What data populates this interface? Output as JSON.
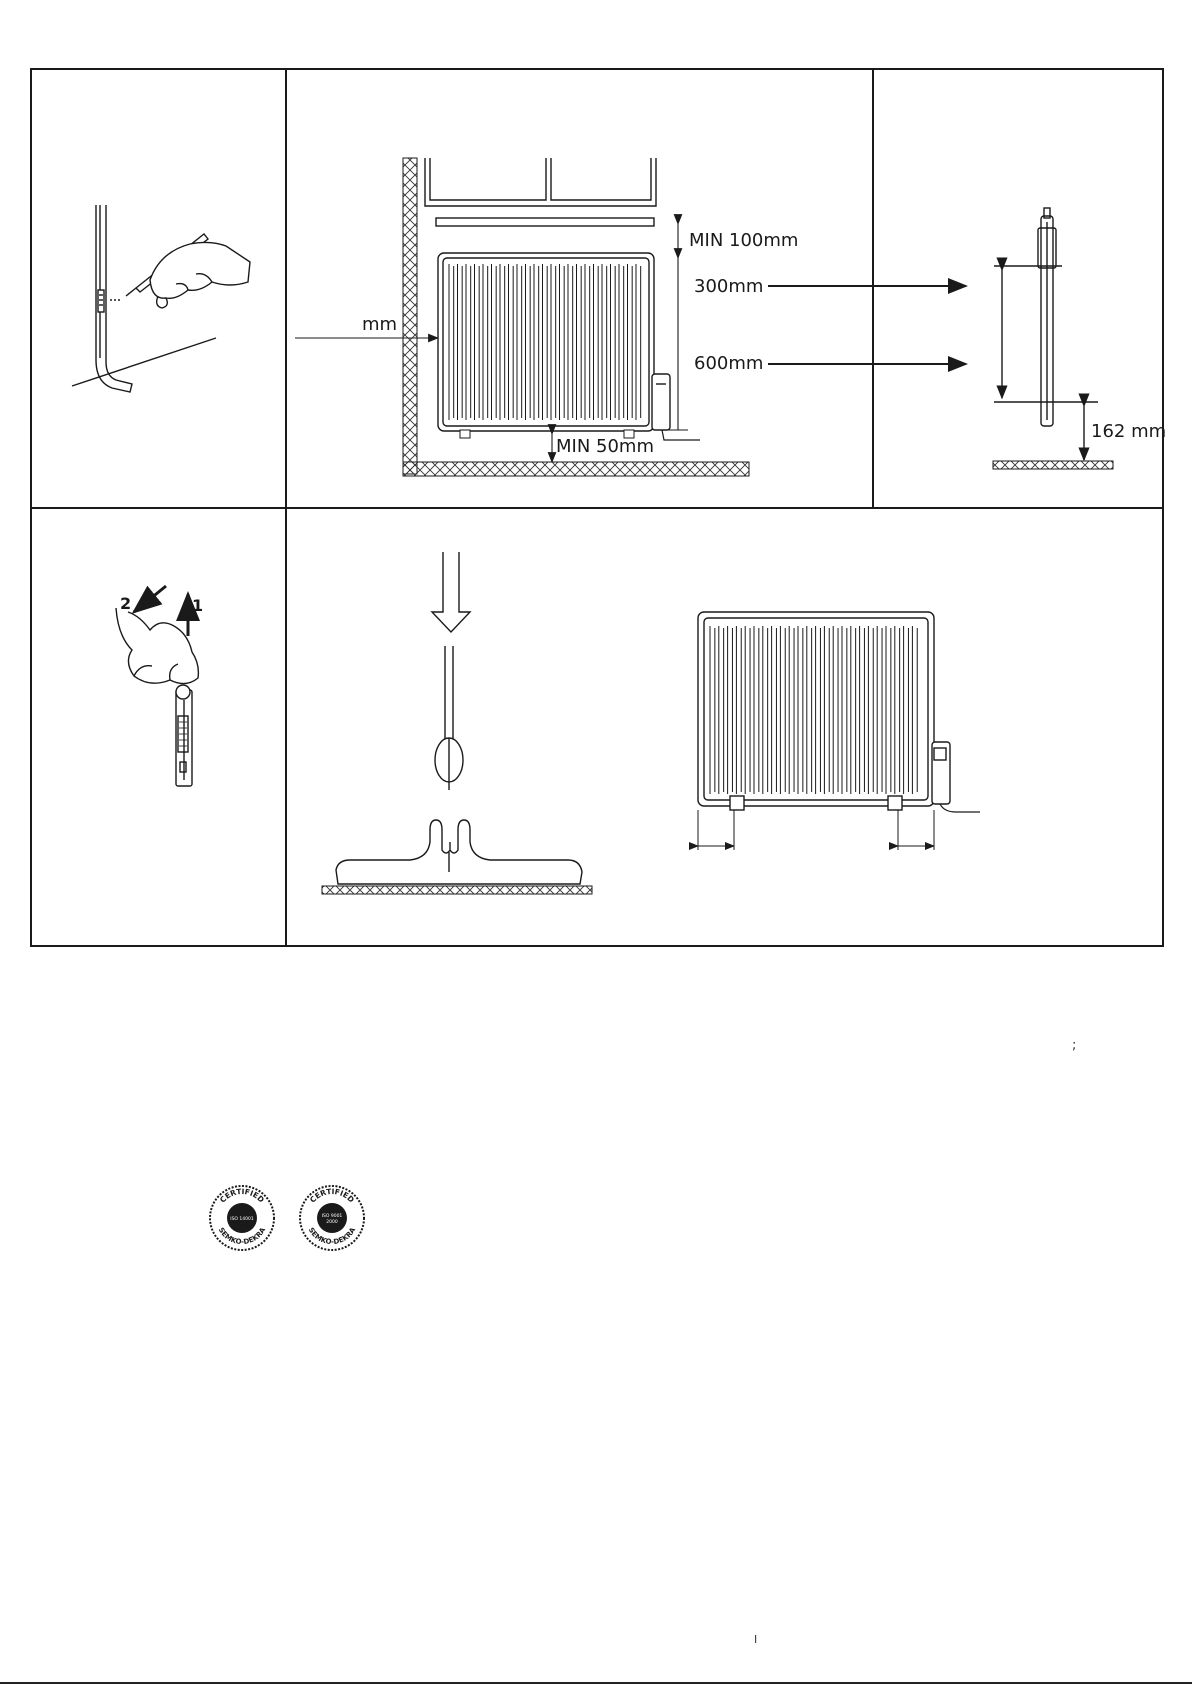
{
  "labels": {
    "min_100": "MIN 100mm",
    "mm_300": "300mm",
    "mm_600": "600mm",
    "mm_left": "mm",
    "min_50": "MIN 50mm",
    "mm_162": "162 mm",
    "step_1": "1",
    "step_2": "2"
  },
  "seals": [
    {
      "top_text": "CERTIFIED",
      "bottom_text": "SEMKO-DEKRA",
      "center_lines": [
        "ISO 14001"
      ]
    },
    {
      "top_text": "CERTIFIED",
      "bottom_text": "SEMKO-DEKRA",
      "center_lines": [
        "ISO 9001",
        "2000"
      ]
    }
  ],
  "stray_marks": {
    "semicolon": ";",
    "page_mark": "I"
  }
}
